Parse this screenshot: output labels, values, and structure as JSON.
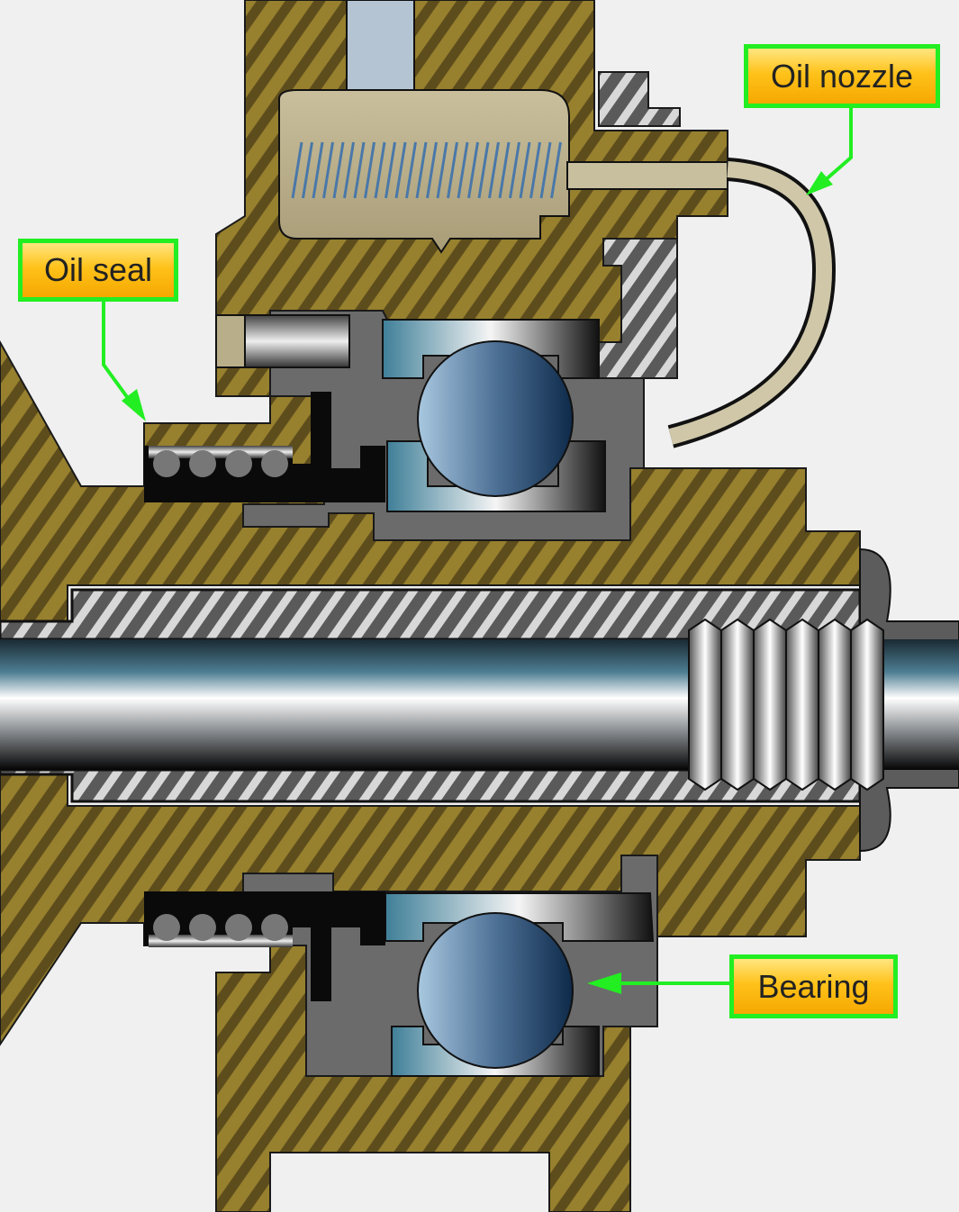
{
  "labels": {
    "oil_nozzle": "Oil nozzle",
    "oil_seal": "Oil seal",
    "bearing": "Bearing"
  },
  "colors": {
    "label_border": "#22ee22",
    "label_fill": "#ffc21a",
    "housing": "#8a7428",
    "background": "#f0f0f0"
  }
}
